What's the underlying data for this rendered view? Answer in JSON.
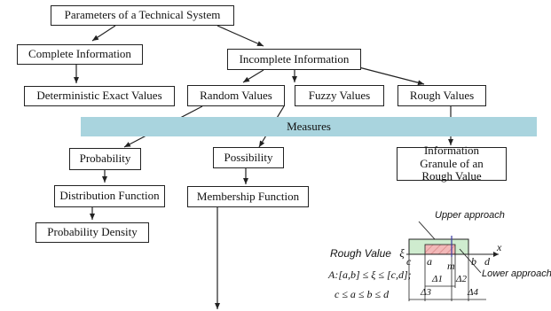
{
  "nodes": {
    "root": "Parameters of a Technical System",
    "complete": "Complete Information",
    "incomplete": "Incomplete Information",
    "deterministic": "Deterministic Exact Values",
    "random": "Random Values",
    "fuzzy": "Fuzzy Values",
    "rough": "Rough Values",
    "measures": "Measures",
    "probability": "Probability",
    "possibility": "Possibility",
    "granule": "Information Granule of an Rough Value",
    "distribution": "Distribution Function",
    "membership": "Membership Function",
    "density": "Probability Density"
  },
  "rough_diagram": {
    "upper_label": "Upper approach",
    "lower_label": "Lower approach",
    "title": "Rough Value",
    "xi": "ξ",
    "axis_x": "x",
    "tick_c": "c",
    "tick_a": "a",
    "tick_m": "m",
    "tick_b": "b",
    "tick_d": "d",
    "delta1": "Δ1",
    "delta2": "Δ2",
    "delta3": "Δ3",
    "delta4": "Δ4",
    "formula1": "A:[a,b] ≤ ξ ≤ [c,d];",
    "formula2": "c ≤ a ≤ b ≤ d",
    "colors": {
      "outer": "#cfeccf",
      "inner": "#f2b8b8",
      "axis_mark": "#3a3aa0"
    }
  }
}
